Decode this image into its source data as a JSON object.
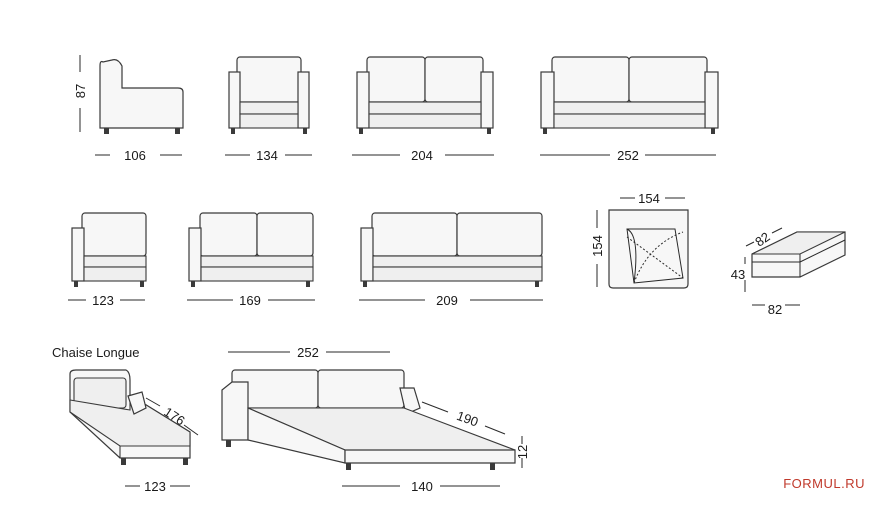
{
  "brand": "FORMUL.RU",
  "dimensions": {
    "armchair_side_height": "87",
    "armchair_side_depth": "106",
    "armchair_width": "134",
    "sofa2_width": "204",
    "sofa3_width": "252",
    "corner_arm_width": "123",
    "mod2_width": "169",
    "mod3_width": "209",
    "corner_top_width": "154",
    "corner_top_depth": "154",
    "pouf_depth": "82",
    "pouf_height": "43",
    "pouf_width": "82",
    "chaise_length": "176",
    "chaise_width": "123",
    "bed_overall_width": "252",
    "bed_length": "190",
    "bed_height": "12",
    "bed_width": "140"
  },
  "labels": {
    "chaise_title": "Chaise Longue"
  }
}
